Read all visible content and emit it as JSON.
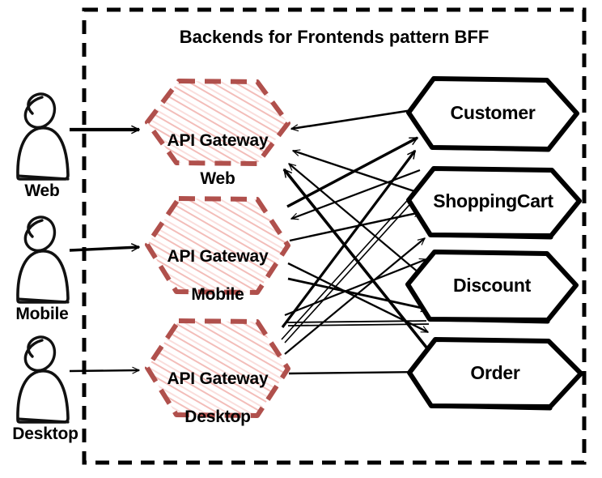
{
  "diagram": {
    "title": "Backends for Frontends pattern BFF",
    "boundary": {
      "style": "dashed",
      "color": "#000000"
    },
    "colors": {
      "gateway_border": "#b0504c",
      "gateway_hatch": "#f0b8b4",
      "gateway_fill": "#ffffff",
      "service_border": "#000000",
      "service_fill": "#ffffff",
      "edge": "#000000",
      "text": "#000000"
    },
    "actors": [
      {
        "id": "web",
        "label": "Web",
        "icon": "user-icon"
      },
      {
        "id": "mobile",
        "label": "Mobile",
        "icon": "user-icon"
      },
      {
        "id": "desktop",
        "label": "Desktop",
        "icon": "user-icon"
      }
    ],
    "gateways": [
      {
        "id": "gw-web",
        "line1": "API Gateway",
        "line2": "Web",
        "label": "API Gateway Web",
        "shape": "hexagon"
      },
      {
        "id": "gw-mobile",
        "line1": "API Gateway",
        "line2": "Mobile",
        "label": "API Gateway Mobile",
        "shape": "hexagon"
      },
      {
        "id": "gw-desktop",
        "line1": "API Gateway",
        "line2": "Desktop",
        "label": "API Gateway Desktop",
        "shape": "hexagon"
      }
    ],
    "services": [
      {
        "id": "customer",
        "label": "Customer",
        "shape": "hexagon"
      },
      {
        "id": "shoppingcart",
        "label": "ShoppingCart",
        "shape": "hexagon"
      },
      {
        "id": "discount",
        "label": "Discount",
        "shape": "hexagon"
      },
      {
        "id": "order",
        "label": "Order",
        "shape": "hexagon"
      }
    ],
    "edges": [
      {
        "from": "web",
        "to": "gw-web",
        "arrow": "open"
      },
      {
        "from": "mobile",
        "to": "gw-mobile",
        "arrow": "open"
      },
      {
        "from": "desktop",
        "to": "gw-desktop",
        "arrow": "open"
      },
      {
        "from": "gw-web",
        "to": "customer",
        "arrow": "open"
      },
      {
        "from": "gw-web",
        "to": "shoppingcart",
        "arrow": "open"
      },
      {
        "from": "gw-web",
        "to": "discount",
        "arrow": "open"
      },
      {
        "from": "gw-web",
        "to": "order",
        "arrow": "open"
      },
      {
        "from": "gw-mobile",
        "to": "customer",
        "arrow": "open"
      },
      {
        "from": "gw-mobile",
        "to": "shoppingcart",
        "arrow": "open"
      },
      {
        "from": "gw-mobile",
        "to": "order",
        "arrow": "open"
      },
      {
        "from": "gw-desktop",
        "to": "customer",
        "arrow": "open"
      },
      {
        "from": "gw-desktop",
        "to": "shoppingcart",
        "arrow": "open"
      },
      {
        "from": "gw-desktop",
        "to": "discount",
        "arrow": "open"
      },
      {
        "from": "gw-desktop",
        "to": "order",
        "arrow": "open"
      }
    ]
  }
}
